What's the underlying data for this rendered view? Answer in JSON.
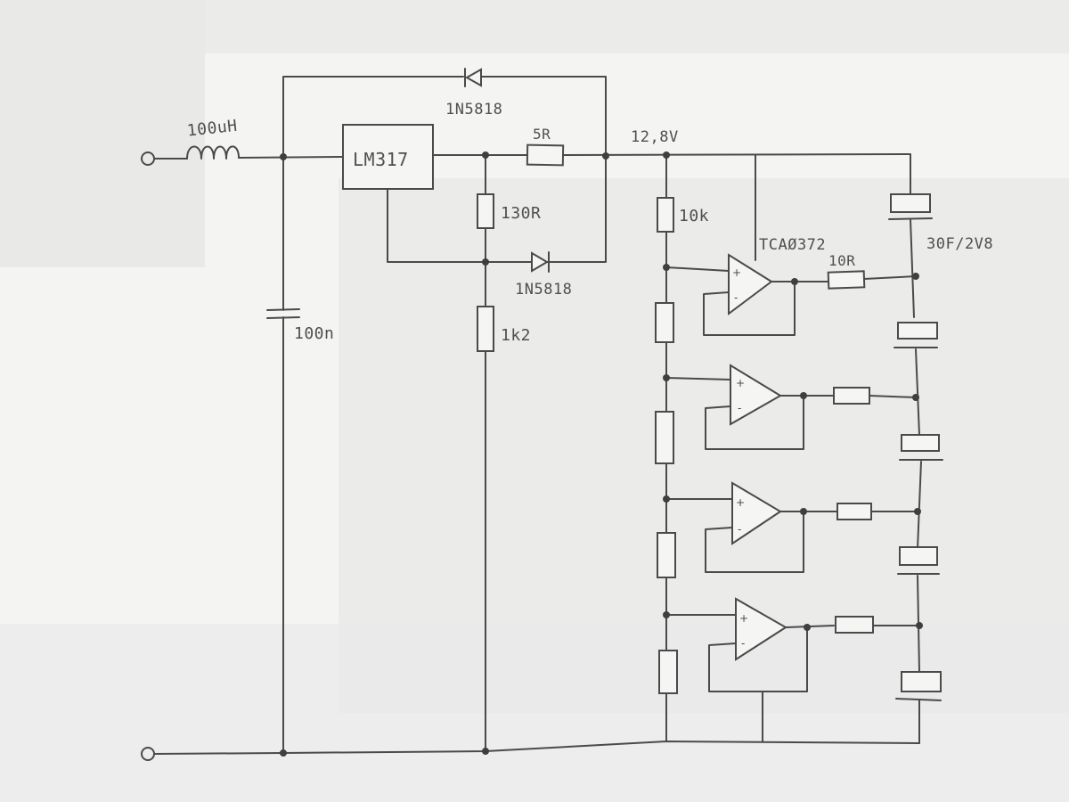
{
  "labels": {
    "inductor": "100uH",
    "regulator": "LM317",
    "diode_top": "1N5818",
    "diode_mid": "1N5818",
    "r_5r": "5R",
    "r_130r": "130R",
    "r_1k2": "1k2",
    "cap_input": "100n",
    "voltage": "12,8V",
    "r_10k": "10k",
    "opamp": "TCAØ372",
    "r_10r": "10R",
    "supercap": "30F/2V8"
  },
  "opamp_pins": {
    "plus": "+",
    "minus": "-"
  },
  "colors": {
    "paper": "#f4f4f3",
    "ink": "#4a4a4a"
  }
}
